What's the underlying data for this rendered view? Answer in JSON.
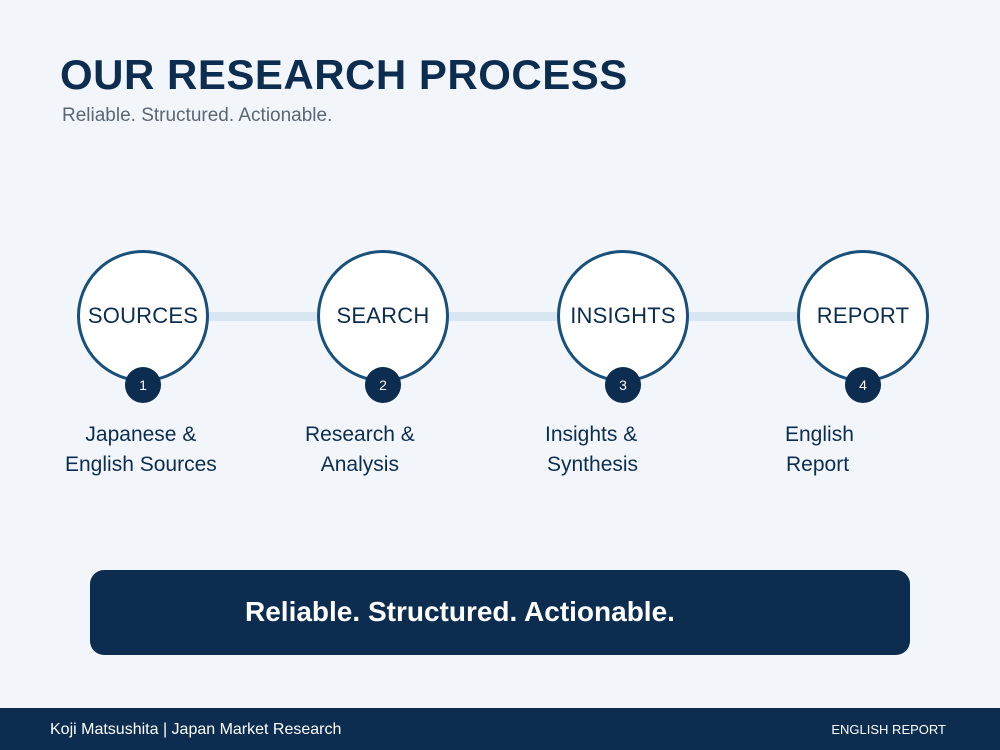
{
  "header": {
    "title": "OUR RESEARCH PROCESS",
    "subtitle": "Reliable. Structured. Actionable."
  },
  "steps": [
    {
      "number": "1",
      "label": "SOURCES",
      "desc_line1": "Japanese &",
      "desc_line2": "English Sources"
    },
    {
      "number": "2",
      "label": "SEARCH",
      "desc_line1": "Research &",
      "desc_line2": "Analysis"
    },
    {
      "number": "3",
      "label": "INSIGHTS",
      "desc_line1": "Insights &",
      "desc_line2": "Synthesis"
    },
    {
      "number": "4",
      "label": "REPORT",
      "desc_line1": "English",
      "desc_line2": "Report"
    }
  ],
  "banner": {
    "text": "Reliable. Structured. Actionable."
  },
  "footer": {
    "left": "Koji Matsushita | Japan Market Research",
    "right": "ENGLISH REPORT"
  },
  "colors": {
    "background": "#f2f6fa",
    "navy": "#0c2d4f",
    "circle_border": "#1a4f7a",
    "connector": "#d8e6f2",
    "subtitle": "#5a6776"
  }
}
